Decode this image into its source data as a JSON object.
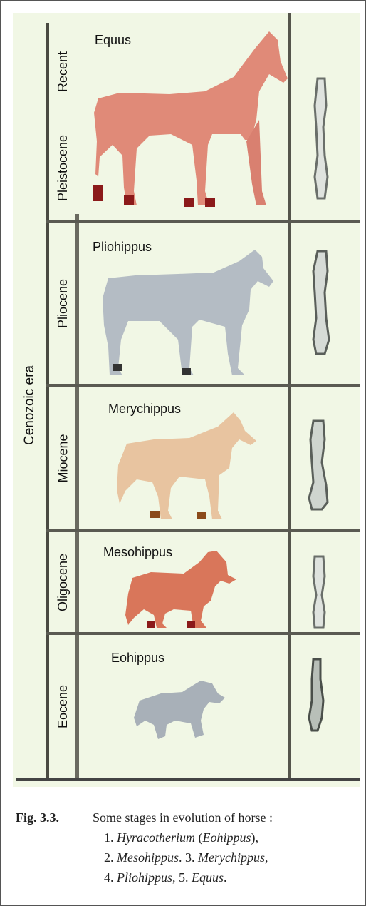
{
  "era_label": "Cenozoic era",
  "epochs": {
    "recent": "Recent",
    "pleistocene": "Pleistocene",
    "pliocene": "Pliocene",
    "miocene": "Miocene",
    "oligocene": "Oligocene",
    "eocene": "Eocene"
  },
  "genera": {
    "equus": "Equus",
    "pliohippus": "Pliohippus",
    "merychippus": "Merychippus",
    "mesohippus": "Mesohippus",
    "eohippus": "Eohippus"
  },
  "horse_colors": {
    "equus": "#e08a78",
    "pliohippus": "#b4bcc4",
    "merychippus": "#e8c4a0",
    "mesohippus": "#d9765a",
    "eohippus": "#a8b0b8"
  },
  "caption": {
    "label": "Fig. 3.3.",
    "text": "Some stages in evolution of horse :",
    "item1_num": "1.",
    "item1_a": "Hyracotherium",
    "item1_b": "(",
    "item1_c": "Eohippus",
    "item1_d": "),",
    "item2_num": "2.",
    "item2_name": "Mesohippus",
    "item3_num": ". 3.",
    "item3_name": "Merychippus",
    "item3_tail": ",",
    "item4_num": "4.",
    "item4_name": "Pliohippus",
    "item5_num": ", 5.",
    "item5_name": "Equus",
    "item5_tail": "."
  }
}
